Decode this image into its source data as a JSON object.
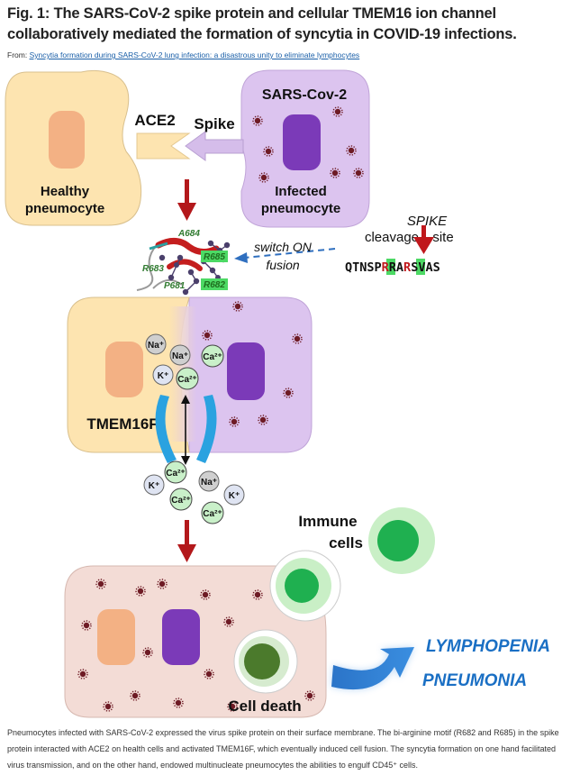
{
  "header": {
    "title": "Fig. 1: The SARS-CoV-2 spike protein and cellular TMEM16 ion channel collaboratively mediated the formation of syncytia in COVID-19 infections.",
    "from_prefix": "From: ",
    "source_link": "Syncytia formation during SARS-CoV-2 lung infection: a disastrous unity to eliminate lymphocytes"
  },
  "diagram": {
    "ace2": "ACE2",
    "spike": "Spike",
    "sars": "SARS-Cov-2",
    "healthy_1": "Healthy",
    "healthy_2": "pneumocyte",
    "infected_1": "Infected",
    "infected_2": "pneumocyte",
    "res_a684": "A684",
    "res_r685": "R685",
    "res_r683": "R683",
    "res_p681": "P681",
    "res_r682": "R682",
    "switch_1": "switch ON",
    "switch_2": "fusion",
    "spike_italic": "SPIKE",
    "cleavage": "cleavage",
    "site": "site",
    "seq_a": "QTNSP",
    "seq_r1": "R",
    "seq_b": "RA",
    "seq_r2": "R",
    "seq_c": "SVAS",
    "tmem16f": "TMEM16F",
    "ion_na": "Na⁺",
    "ion_k": "K⁺",
    "ion_ca": "Ca²⁺",
    "immune_1": "Immune",
    "immune_2": "cells",
    "cell_death": "Cell death",
    "lymphopenia": "LYMPHOPENIA",
    "pneumonia": "PNEUMONIA",
    "colors": {
      "healthy_fill": "#fde4b0",
      "infected_fill": "#dcc4ef",
      "nucleus_healthy": "#f3b184",
      "nucleus_infected": "#7b3ab8",
      "syncytium_fill": "#f3dcd6",
      "arrow_red": "#b3181b",
      "channel_blue": "#2aa2e0",
      "accent_blue": "#1a6fc4",
      "green_highlight": "#4cd964"
    }
  },
  "caption": "Pneumocytes infected with SARS-CoV-2 expressed the virus spike protein on their surface membrane. The bi-arginine motif (R682 and R685) in the spike protein interacted with ACE2 on health cells and activated TMEM16F, which eventually induced cell fusion. The syncytia formation on one hand facilitated virus transmission, and on the other hand, endowed multinucleate pneumocytes the abilities to engulf CD45⁺ cells."
}
